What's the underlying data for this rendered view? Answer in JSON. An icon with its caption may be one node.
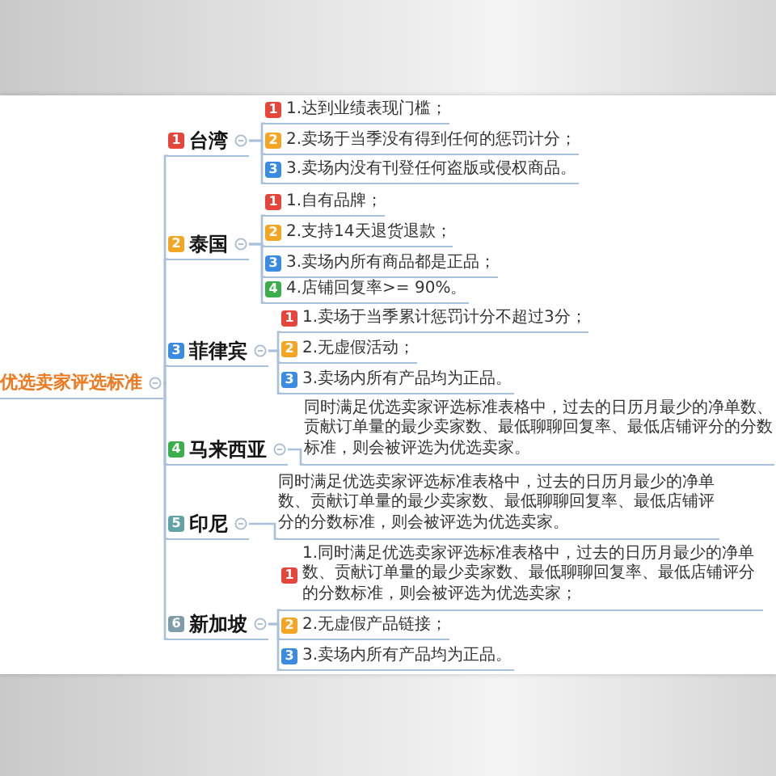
{
  "diagram": {
    "nodes": [
      {
        "text": [
          "优选卖家评选标准"
        ]
      },
      {
        "text": [
          "1",
          "台湾"
        ]
      },
      {
        "text": [
          "1",
          "1.达到业绩表现门槛；"
        ]
      },
      {
        "text": [
          "2",
          "2.卖场于当季没有得到任何的惩罚计分；"
        ]
      },
      {
        "text": [
          "3",
          "3.卖场内没有刊登任何盗版或侵权商品。"
        ]
      },
      {
        "text": [
          "2",
          "泰国"
        ]
      },
      {
        "text": [
          "1",
          "1.自有品牌；"
        ]
      },
      {
        "text": [
          "2",
          "2.支持14天退货退款；"
        ]
      },
      {
        "text": [
          "3",
          "3.卖场内所有商品都是正品；"
        ]
      },
      {
        "text": [
          "4",
          "4.店铺回复率>= 90%。"
        ]
      },
      {
        "text": [
          "3",
          "菲律宾"
        ]
      },
      {
        "text": [
          "1",
          "1.卖场于当季累计惩罚计分不超过3分；"
        ]
      },
      {
        "text": [
          "2",
          "2.无虚假活动；"
        ]
      },
      {
        "text": [
          "3",
          "3.卖场内所有产品均为正品。"
        ]
      },
      {
        "text": [
          "4",
          "马来西亚"
        ]
      },
      {
        "text": [
          "同时满足优选卖家评选标准表格中，过去的日历月最少的净单数、贡献订单量的最少卖家数、最低聊聊回复率、最低店铺评分的分数标准，则会被评选为优选卖家。"
        ]
      },
      {
        "text": [
          "5",
          "印尼"
        ]
      },
      {
        "text": [
          "同时满足优选卖家评选标准表格中，过去的日历月最少的净单数、贡献订单量的最少卖家数、最低聊聊回复率、最低店铺评分的分数标准，则会被评选为优选卖家。"
        ]
      },
      {
        "text": [
          "6",
          "新加坡"
        ]
      },
      {
        "text": [
          "1",
          "1.同时满足优选卖家评选标准表格中，过去的日历月最少的净单数、贡献订单量的最少卖家数、最低聊聊回复率、最低店铺评分的分数标准，则会被评选为优选卖家；"
        ]
      },
      {
        "text": [
          "2",
          "2.无虚假产品链接；"
        ]
      },
      {
        "text": [
          "3",
          "3.卖场内所有产品均为正品。"
        ]
      }
    ],
    "edges": [
      {
        "from": 0,
        "to": 1,
        "arrow": "none"
      },
      {
        "from": 0,
        "to": 5,
        "arrow": "none"
      },
      {
        "from": 0,
        "to": 10,
        "arrow": "none"
      },
      {
        "from": 0,
        "to": 14,
        "arrow": "none"
      },
      {
        "from": 0,
        "to": 16,
        "arrow": "none"
      },
      {
        "from": 0,
        "to": 18,
        "arrow": "none"
      },
      {
        "from": 1,
        "to": 2,
        "arrow": "none"
      },
      {
        "from": 1,
        "to": 3,
        "arrow": "none"
      },
      {
        "from": 1,
        "to": 4,
        "arrow": "none"
      },
      {
        "from": 5,
        "to": 6,
        "arrow": "none"
      },
      {
        "from": 5,
        "to": 7,
        "arrow": "none"
      },
      {
        "from": 5,
        "to": 8,
        "arrow": "none"
      },
      {
        "from": 5,
        "to": 9,
        "arrow": "none"
      },
      {
        "from": 10,
        "to": 11,
        "arrow": "none"
      },
      {
        "from": 10,
        "to": 12,
        "arrow": "none"
      },
      {
        "from": 10,
        "to": 13,
        "arrow": "none"
      },
      {
        "from": 14,
        "to": 15,
        "arrow": "none"
      },
      {
        "from": 16,
        "to": 17,
        "arrow": "none"
      },
      {
        "from": 18,
        "to": 19,
        "arrow": "none"
      },
      {
        "from": 18,
        "to": 20,
        "arrow": "none"
      },
      {
        "from": 18,
        "to": 21,
        "arrow": "none"
      }
    ]
  }
}
